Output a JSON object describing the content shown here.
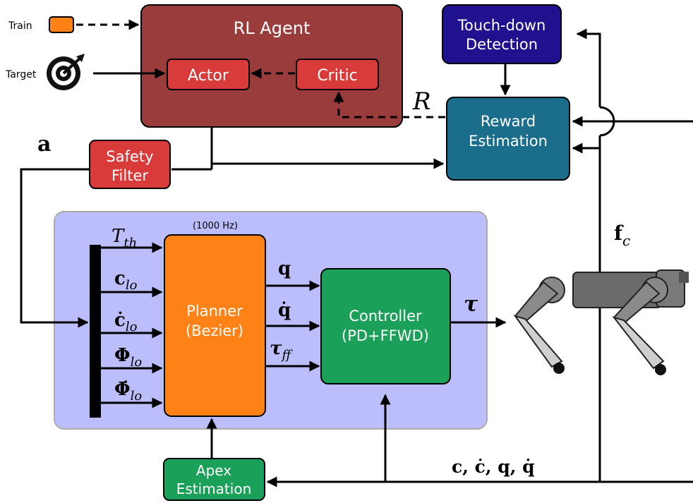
{
  "colors": {
    "agent_fill": "#9b3c3c",
    "red_box": "#d93a3a",
    "navy_box": "#20128f",
    "teal_box": "#1a6e8c",
    "lavender_panel": "#bcbdfb",
    "orange_box": "#ff8216",
    "green_box": "#1aa058",
    "robot_gray": "#6b6b6b"
  },
  "legend": {
    "train_label": "Train",
    "target_label": "Target"
  },
  "agent": {
    "title": "RL Agent",
    "actor": "Actor",
    "critic": "Critic"
  },
  "safety": {
    "line1": "Safety",
    "line2": "Filter"
  },
  "touchdown": {
    "line1": "Touch-down",
    "line2": "Detection"
  },
  "reward": {
    "line1": "Reward",
    "line2": "Estimation"
  },
  "planner": {
    "rate": "(1000 Hz)",
    "line1": "Planner",
    "line2": "(Bezier)"
  },
  "controller": {
    "line1": "Controller",
    "line2": "(PD+FFWD)"
  },
  "apex": {
    "line1": "Apex",
    "line2": "Estimation"
  },
  "symbols": {
    "a": "a",
    "R": "R",
    "fc_main": "f",
    "fc_sub": "c",
    "tau": "τ",
    "q": "q",
    "qdot": "q̇",
    "tau_ff_main": "τ",
    "tau_ff_sub": "ff",
    "state_feedback": "c, ċ, q, q̇"
  },
  "planner_inputs": [
    {
      "main": "T",
      "sub": "th"
    },
    {
      "main": "c",
      "sub": "lo"
    },
    {
      "main": "ċ",
      "sub": "lo"
    },
    {
      "main": "Φ",
      "sub": "lo"
    },
    {
      "main": "Φ̇",
      "sub": "lo"
    }
  ],
  "icons": [
    "train-swatch-icon",
    "target-icon",
    "quadruped-robot-icon"
  ]
}
